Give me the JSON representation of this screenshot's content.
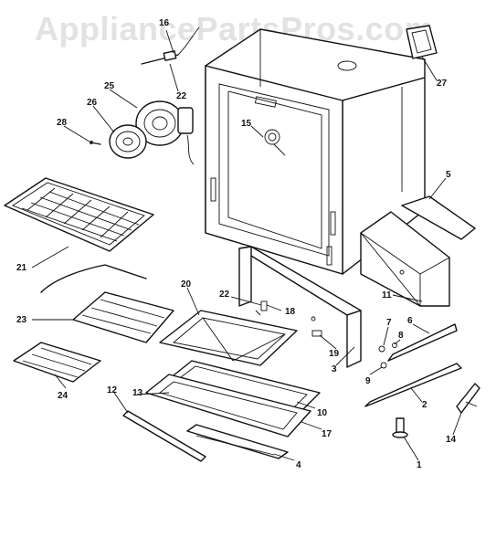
{
  "watermark": "AppliancePartsPros.com",
  "callouts": {
    "c1": "1",
    "c2": "2",
    "c3": "3",
    "c4": "4",
    "c5": "5",
    "c6": "6",
    "c7": "7",
    "c8": "8",
    "c9": "9",
    "c10": "10",
    "c11": "11",
    "c12": "12",
    "c13": "13",
    "c14": "14",
    "c15": "15",
    "c16": "16",
    "c17": "17",
    "c18": "18",
    "c19": "19",
    "c20": "20",
    "c21": "21",
    "c22a": "22",
    "c22b": "22",
    "c23": "23",
    "c24": "24",
    "c25": "25",
    "c26": "26",
    "c27": "27",
    "c28": "28"
  }
}
